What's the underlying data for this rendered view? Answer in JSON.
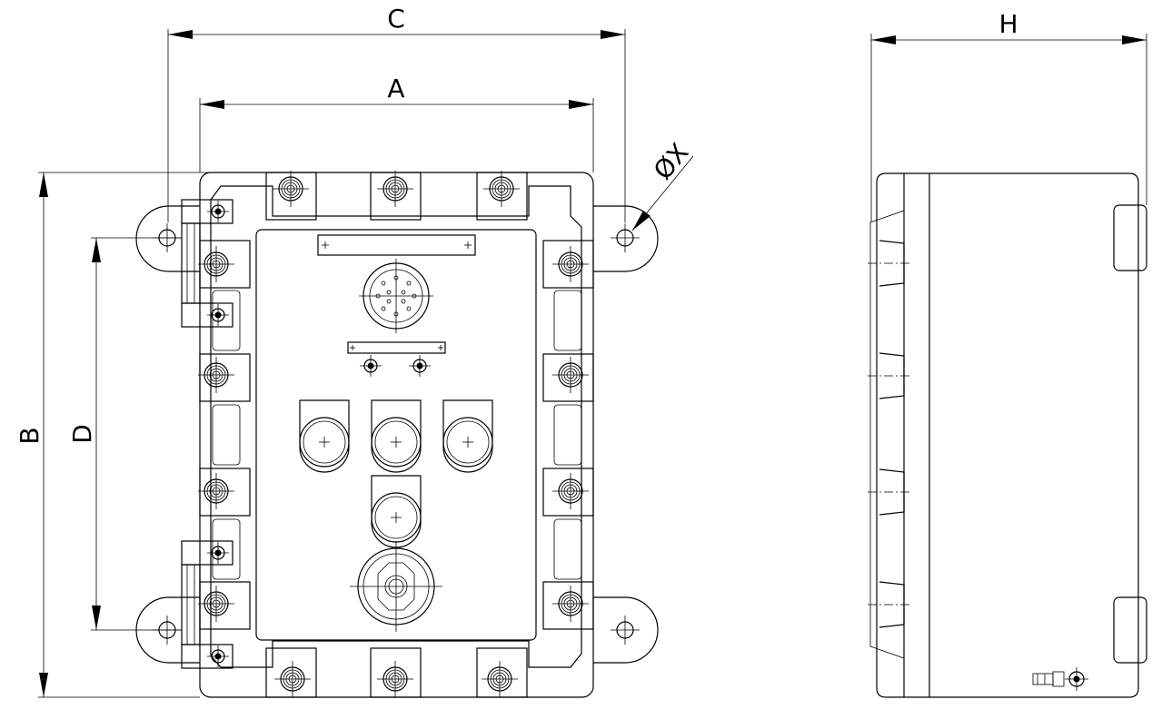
{
  "dimension_labels": {
    "c": "C",
    "a": "A",
    "h": "H",
    "b": "B",
    "d": "D",
    "x": "ØX"
  }
}
